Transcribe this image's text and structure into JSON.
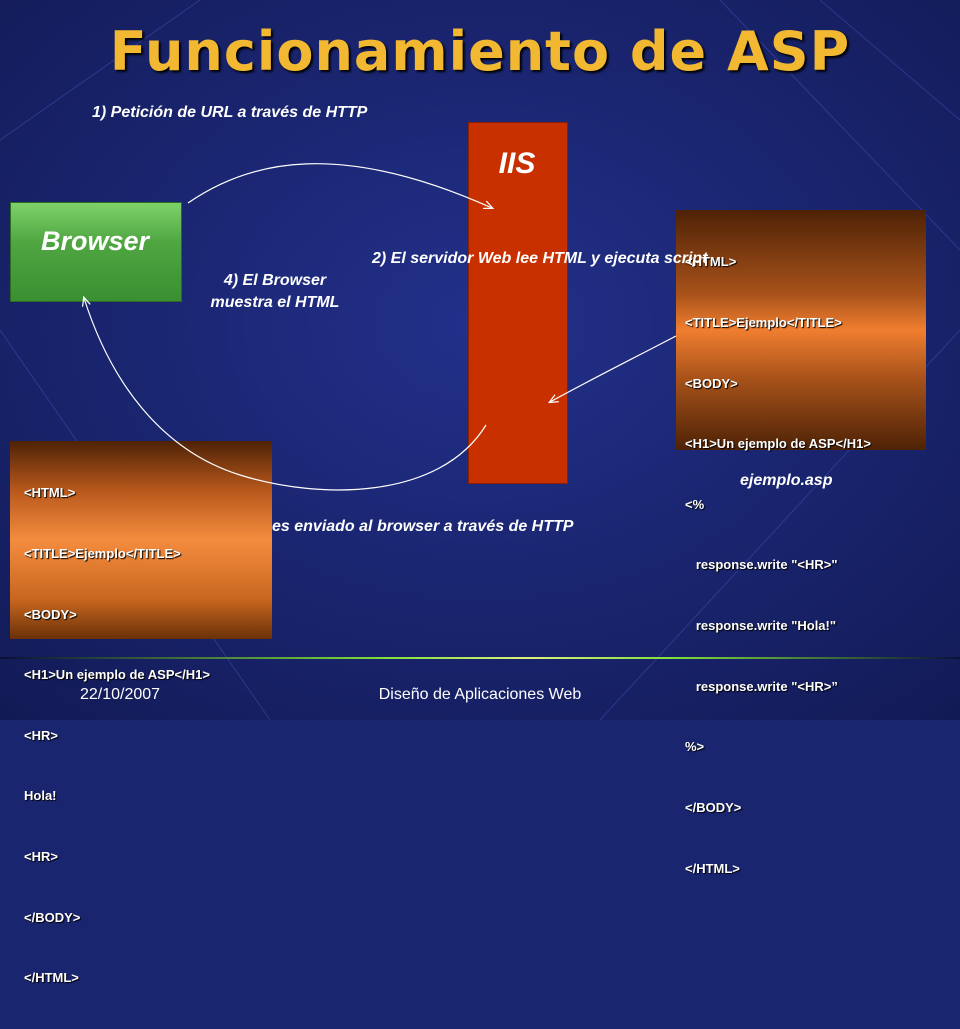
{
  "title": "Funcionamiento de ASP",
  "steps": {
    "step1": "1) Petición de URL a través de HTTP",
    "step2": "2) El servidor Web lee HTML y ejecuta script",
    "step3": "es enviado al browser a través de HTTP",
    "step4_line1": "4) El Browser",
    "step4_line2": "muestra el HTML"
  },
  "iis_label": "IIS",
  "browser_label": "Browser",
  "asp_file": {
    "filename": "ejemplo.asp",
    "lines": [
      "<HTML>",
      "<TITLE>Ejemplo</TITLE>",
      "<BODY>",
      "<H1>Un ejemplo de ASP</H1>",
      "<%",
      "   response.write \"<HR>\"",
      "   response.write \"Hola!\"",
      "   response.write \"<HR>”",
      "%>",
      "</BODY>",
      "</HTML>"
    ]
  },
  "html_output": {
    "lines": [
      "<HTML>",
      "<TITLE>Ejemplo</TITLE>",
      "<BODY>",
      "<H1>Un ejemplo de ASP</H1>",
      "<HR>",
      "Hola!",
      "<HR>",
      "</BODY>",
      "</HTML>"
    ]
  },
  "footer": {
    "date": "22/10/2007",
    "course": "Diseño de Aplicaciones Web"
  },
  "colors": {
    "title": "#f2b832",
    "background": "#1a2570",
    "iis_box": "#c93000",
    "browser_box": "#4fa641",
    "code_box": "#f07e30"
  }
}
